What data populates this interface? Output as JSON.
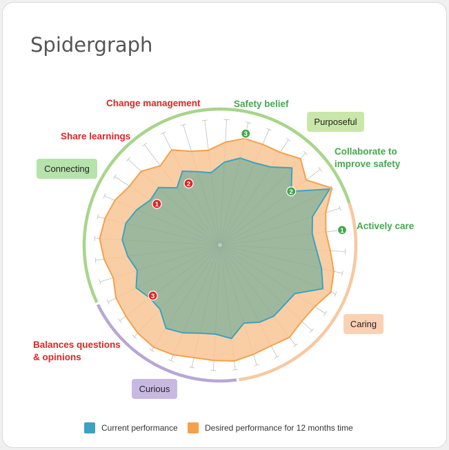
{
  "title": "Spidergraph",
  "chart_data": {
    "type": "radar",
    "title": "Spidergraph",
    "axes_count": 36,
    "first_axis_angle_deg": -97,
    "r_max": 10,
    "grid_rings": 5,
    "series": [
      {
        "name": "Current performance",
        "color": "#3aa3c1",
        "values": [
          5.8,
          6.6,
          7.1,
          7.1,
          7.4,
          8.4,
          7.1,
          9.8,
          7.7,
          7.4,
          7.7,
          8.3,
          8.9,
          7.1,
          7.0,
          7.1,
          6.9,
          6.5,
          7.5,
          7.1,
          7.2,
          7.6,
          7.9,
          7.0,
          7.0,
          7.5,
          6.9,
          7.4,
          7.8,
          7.7,
          7.2,
          6.6,
          6.7,
          5.7,
          6.6,
          6.1
        ]
      },
      {
        "name": "Desired performance for 12 months time",
        "color": "#f5a04a",
        "values": [
          7.6,
          8.2,
          8.7,
          8.7,
          8.8,
          9.4,
          8.6,
          10.0,
          8.8,
          8.5,
          8.8,
          9.3,
          9.6,
          9.0,
          8.9,
          9.2,
          9.0,
          9.1,
          9.3,
          9.2,
          9.2,
          9.5,
          9.7,
          9.6,
          9.4,
          9.3,
          8.9,
          9.3,
          9.6,
          9.4,
          9.1,
          8.6,
          8.6,
          7.9,
          8.5,
          7.8
        ]
      }
    ],
    "markers": [
      {
        "label": "1",
        "axis": 9,
        "value": 9.8,
        "color": "#43a84c"
      },
      {
        "label": "2",
        "axis": 6,
        "value": 7.1,
        "color": "#43a84c"
      },
      {
        "label": "3",
        "axis": 2,
        "value": 9.1,
        "color": "#43a84c"
      },
      {
        "label": "2",
        "axis": 34,
        "value": 5.5,
        "color": "#e02424"
      },
      {
        "label": "1",
        "axis": 31,
        "value": 6.0,
        "color": "#e02424"
      },
      {
        "label": "3",
        "axis": 24,
        "value": 6.7,
        "color": "#e02424"
      }
    ],
    "arc_groups": [
      {
        "name": "Purposeful",
        "color": "#a8d58a",
        "text_color": "#222222",
        "badge_bg": "#c9e7a9"
      },
      {
        "name": "Caring",
        "color": "#f7c8a0",
        "text_color": "#222222",
        "badge_bg": "#fbd1b3"
      },
      {
        "name": "Curious",
        "color": "#b7a7d6",
        "text_color": "#222222",
        "badge_bg": "#c8b9e3"
      },
      {
        "name": "Connecting",
        "color": "#a8d58a",
        "text_color": "#222222",
        "badge_bg": "#b6e2ab"
      }
    ],
    "outer_labels": [
      {
        "text": "Safety belief",
        "color": "#43a84c"
      },
      {
        "text": "Collaborate to\nimprove safety",
        "color": "#43a84c"
      },
      {
        "text": "Actively care",
        "color": "#43a84c"
      },
      {
        "text": "Balances questions\n& opinions",
        "color": "#e02424"
      },
      {
        "text": "Share learnings",
        "color": "#e02424"
      },
      {
        "text": "Change management",
        "color": "#e02424"
      }
    ],
    "legend": [
      "Current performance",
      "Desired performance for 12 months time"
    ],
    "legend_placement": "bottom"
  }
}
